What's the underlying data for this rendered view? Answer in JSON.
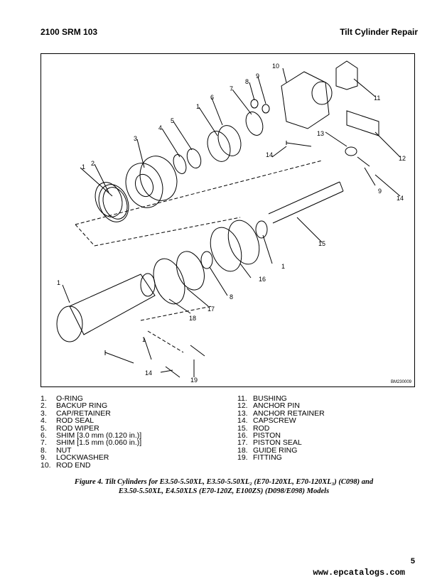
{
  "header": {
    "left": "2100 SRM 103",
    "right": "Tilt Cylinder Repair"
  },
  "figure": {
    "id_code": "BM230009",
    "callouts": [
      "1",
      "2",
      "3",
      "4",
      "5",
      "1",
      "6",
      "7",
      "8",
      "9",
      "10",
      "11",
      "12",
      "13",
      "14",
      "9",
      "14",
      "15",
      "1",
      "16",
      "8",
      "17",
      "18",
      "1",
      "1",
      "14",
      "19"
    ]
  },
  "legend": {
    "left": [
      {
        "num": "1.",
        "label": "O-RING"
      },
      {
        "num": "2.",
        "label": "BACKUP RING"
      },
      {
        "num": "3.",
        "label": "CAP/RETAINER"
      },
      {
        "num": "4.",
        "label": "ROD SEAL"
      },
      {
        "num": "5.",
        "label": "ROD WIPER"
      },
      {
        "num": "6.",
        "label": "SHIM [3.0 mm (0.120 in.)]"
      },
      {
        "num": "7.",
        "label": "SHIM [1.5 mm (0.060 in.)]"
      },
      {
        "num": "8.",
        "label": "NUT"
      },
      {
        "num": "9.",
        "label": "LOCKWASHER"
      },
      {
        "num": "10.",
        "label": "ROD END"
      }
    ],
    "right": [
      {
        "num": "11.",
        "label": "BUSHING"
      },
      {
        "num": "12.",
        "label": "ANCHOR PIN"
      },
      {
        "num": "13.",
        "label": "ANCHOR RETAINER"
      },
      {
        "num": "14.",
        "label": "CAPSCREW"
      },
      {
        "num": "15.",
        "label": "ROD"
      },
      {
        "num": "16.",
        "label": "PISTON"
      },
      {
        "num": "17.",
        "label": "PISTON SEAL"
      },
      {
        "num": "18.",
        "label": "GUIDE RING"
      },
      {
        "num": "19.",
        "label": "FITTING"
      }
    ]
  },
  "caption": {
    "line1": "Figure 4. Tilt Cylinders for E3.50-5.50XL, E3.50-5.50XL₂ (E70-120XL, E70-120XL₃) (C098) and",
    "line2": "E3.50-5.50XL, E4.50XLS (E70-120Z, E100ZS) (D098/E098) Models"
  },
  "page_number": "5",
  "watermark": "www.epcatalogs.com"
}
